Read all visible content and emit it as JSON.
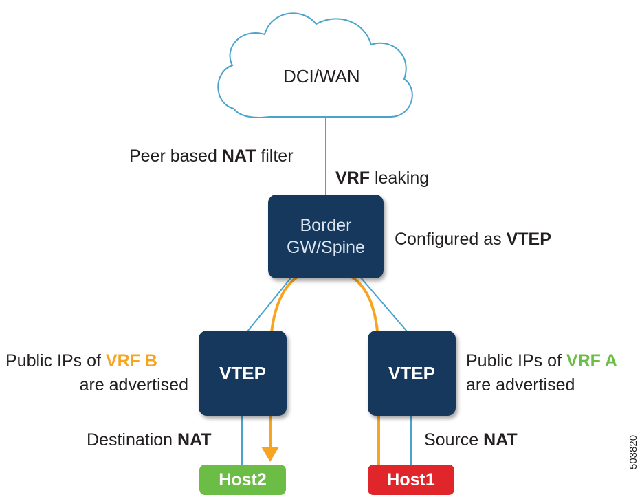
{
  "cloud": {
    "label": "DCI/WAN"
  },
  "labels": {
    "peer_nat_a": "Peer based ",
    "peer_nat_b": "NAT",
    "peer_nat_c": " filter",
    "vrf_leaking_a": "VRF",
    "vrf_leaking_b": " leaking",
    "configured_a": "Configured as ",
    "configured_b": "VTEP",
    "left_line1_a": "Public IPs of ",
    "left_line1_b": "VRF B",
    "left_line2": "are advertised",
    "right_line1_a": "Public IPs of ",
    "right_line1_b": "VRF A",
    "right_line2": "are advertised",
    "dest_nat_a": "Destination ",
    "dest_nat_b": "NAT",
    "src_nat_a": "Source ",
    "src_nat_b": "NAT"
  },
  "border": {
    "line1": "Border",
    "line2": "GW/Spine"
  },
  "vteps": {
    "left": "VTEP",
    "right": "VTEP"
  },
  "hosts": {
    "host2": "Host2",
    "host1": "Host1"
  },
  "figure_id": "503820",
  "colors": {
    "box": "#15385c",
    "link": "#4aa3cc",
    "arrow": "#f7a521",
    "vrf_b": "#f7a521",
    "vrf_a": "#6cbd45",
    "host2": "#6cbd45",
    "host1": "#e0262b"
  }
}
